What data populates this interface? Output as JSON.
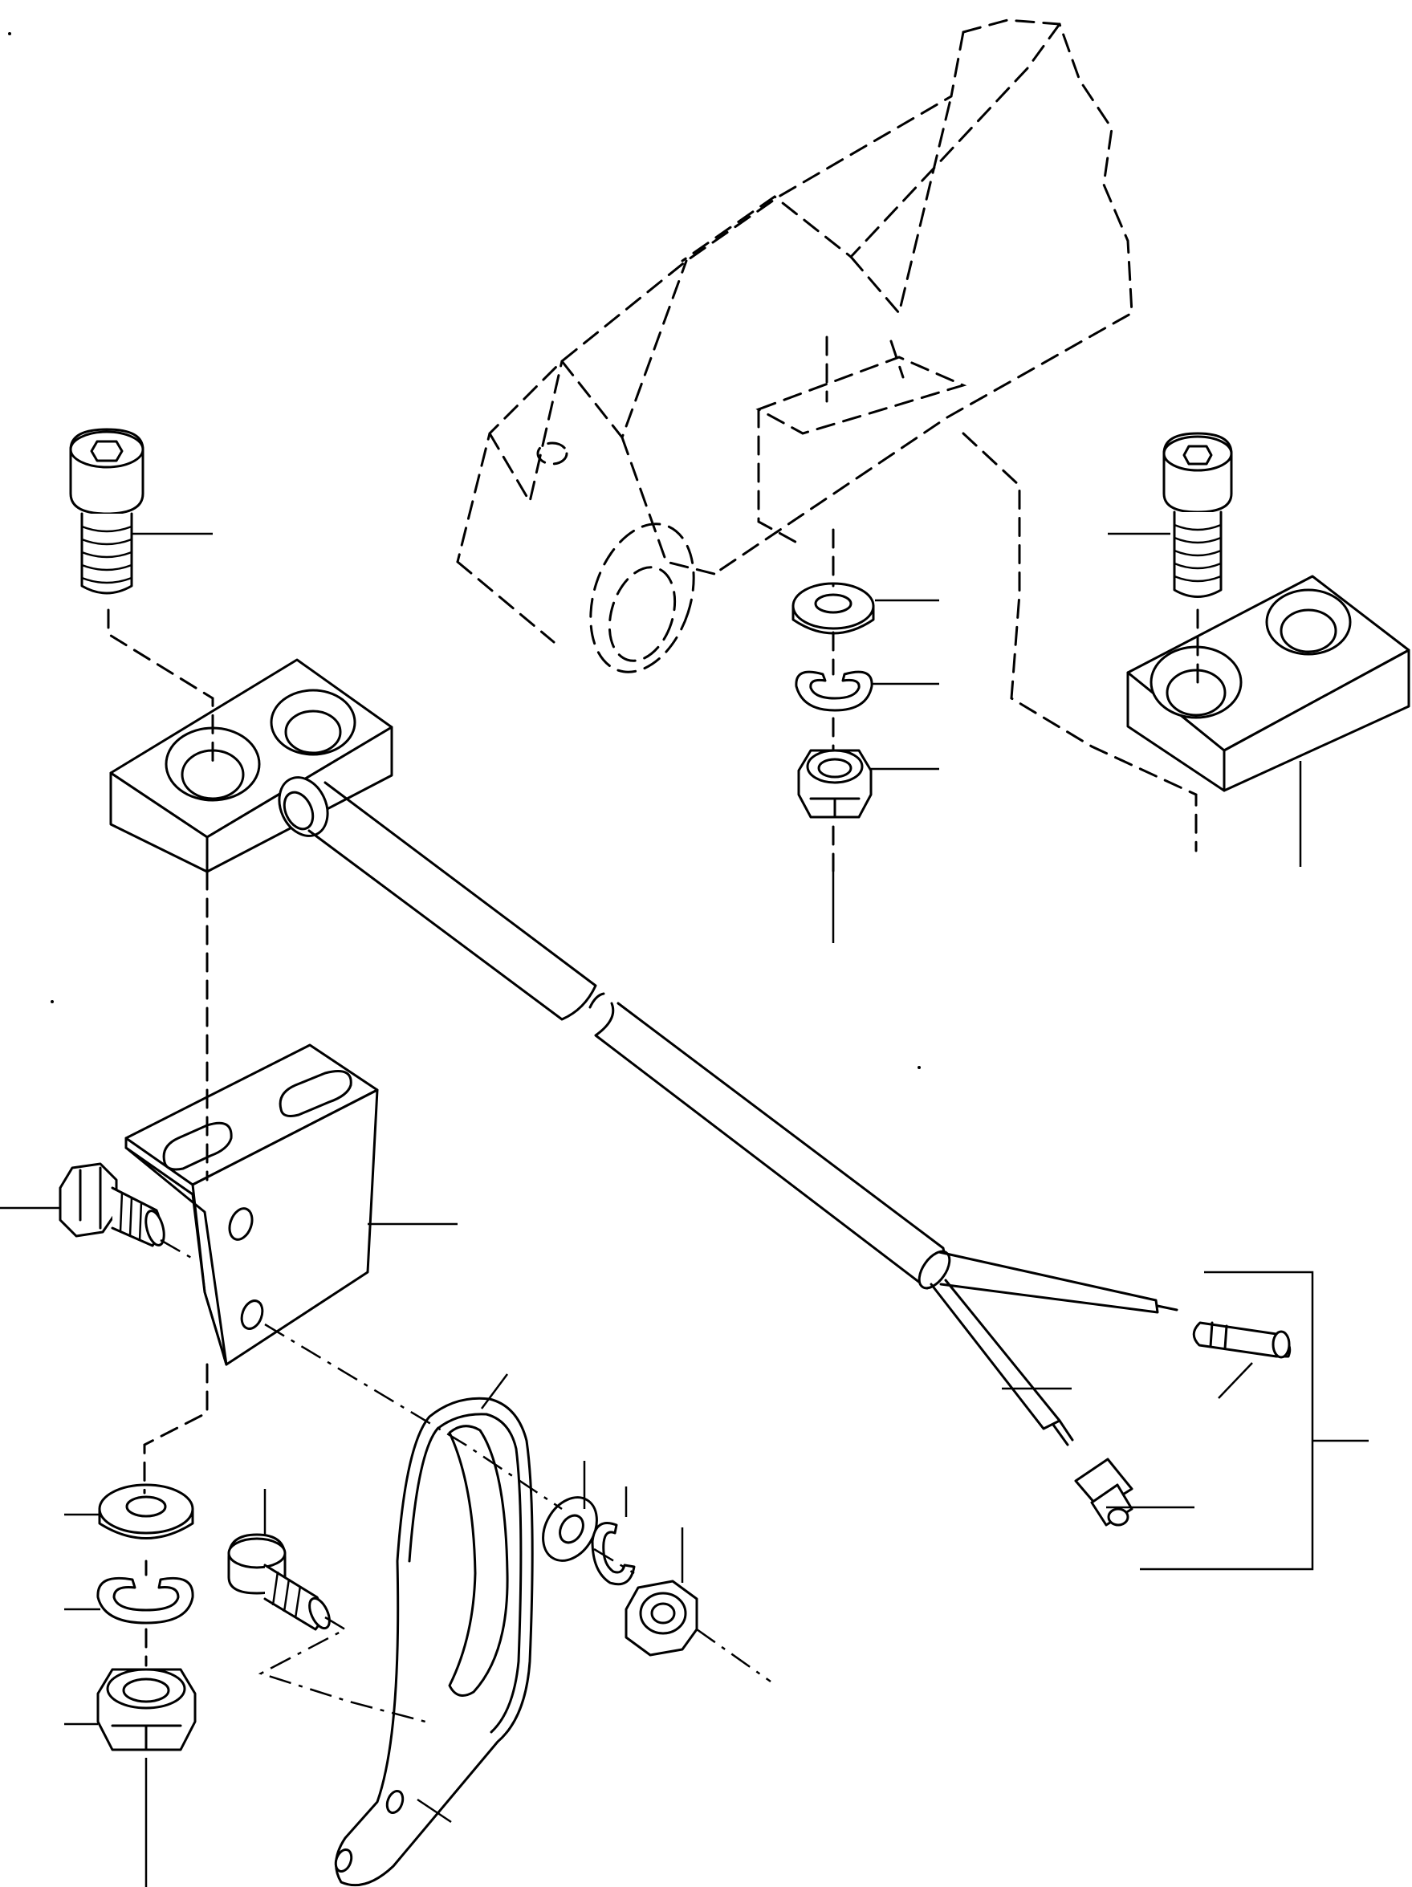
{
  "figure": {
    "kind": "exploded-parts-diagram",
    "line_color": "#000000",
    "background_color": "#ffffff",
    "components": [
      {
        "id": "mounting-arm",
        "icon": "mounting-arm-icon",
        "style": "phantom"
      },
      {
        "id": "cap-screw",
        "icon": "cap-screw-icon",
        "quantity_shown": 2
      },
      {
        "id": "sensor-block",
        "icon": "sensor-block-icon",
        "quantity_shown": 2
      },
      {
        "id": "sensor-cable",
        "icon": "cable-icon"
      },
      {
        "id": "l-bracket",
        "icon": "l-bracket-icon"
      },
      {
        "id": "curved-slotted-plate",
        "icon": "slotted-plate-icon"
      },
      {
        "id": "flat-washer",
        "icon": "washer-icon",
        "quantity_shown": 3
      },
      {
        "id": "lock-washer",
        "icon": "lock-washer-icon",
        "quantity_shown": 3
      },
      {
        "id": "hex-nut",
        "icon": "hex-nut-icon",
        "quantity_shown": 3
      },
      {
        "id": "hex-bolt",
        "icon": "hex-bolt-icon",
        "quantity_shown": 2
      },
      {
        "id": "wire-terminal",
        "icon": "terminal-icon",
        "quantity_shown": 2
      }
    ],
    "callout_count": 20,
    "callout_labels_printed": false
  }
}
